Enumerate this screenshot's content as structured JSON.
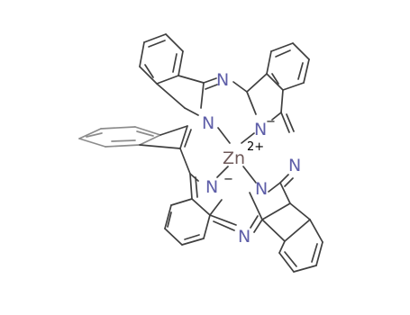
{
  "molecule": {
    "colors": {
      "carbon": "#404040",
      "nitrogen": "#5e5ea8",
      "zinc": "#6e5959",
      "back_ring": "#8c8c8c"
    },
    "metal": {
      "symbol": "Zn",
      "charge": "2+"
    },
    "labels": {
      "n_top": "N",
      "n_left": "N",
      "n_right_upper": "N",
      "n_right_upper_charge": "−",
      "n_right_mid": "N",
      "n_lower_left": "N",
      "n_lower_left_charge": "−",
      "n_lower_right": "N",
      "n_bottom": "N"
    }
  }
}
